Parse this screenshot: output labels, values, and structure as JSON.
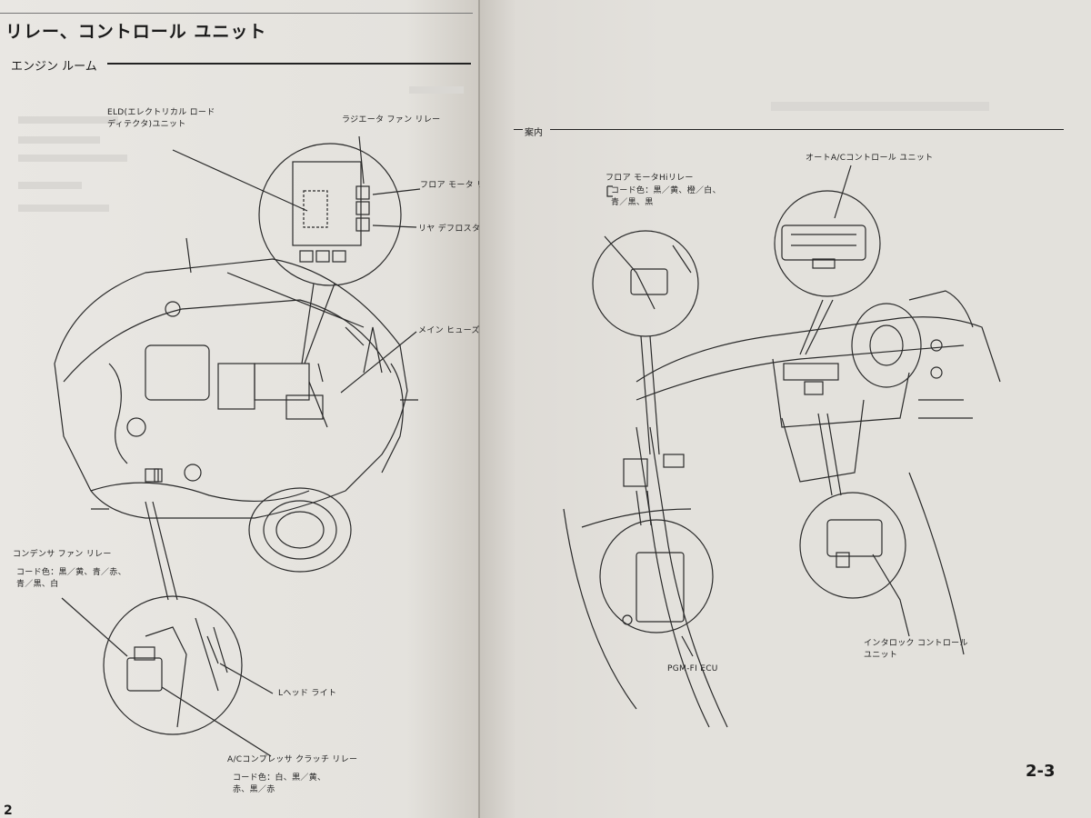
{
  "left_page": {
    "title": "リレー、コントロール ユニット",
    "subtitle": "エンジン ルーム",
    "labels": {
      "eld": "ELD(エレクトリカル ロード\nディテクタ)ユニット",
      "radiator": "ラジエータ ファン リレー",
      "floor_motor": "フロア モータ リ",
      "rear_defrost": "リヤ デフロスタ",
      "main_fuse": "メイン ヒューズ ボ",
      "condenser": "コンデンサ ファン リレー",
      "condenser_codes": "コード色：黒／黄、青／赤、\n青／黒、白",
      "headlight": "Lヘッド ライト",
      "ac_clutch": "A/Cコンプレッサ クラッチ リレー",
      "ac_codes": "コード色：白、黒／黄、\n赤、黒／赤"
    },
    "page_number": "2"
  },
  "right_page": {
    "section": "案内",
    "labels": {
      "floor_relay": "フロア モータHiリレー",
      "floor_relay_codes": "コード色：黒／黄、橙／白、\n青／黒、黒",
      "auto_ac": "オートA/Cコントロール ユニット",
      "pgm_fi": "PGM-FI ECU",
      "interlock": "インタロック コントロール\nユニット"
    },
    "page_number": "2-3"
  }
}
